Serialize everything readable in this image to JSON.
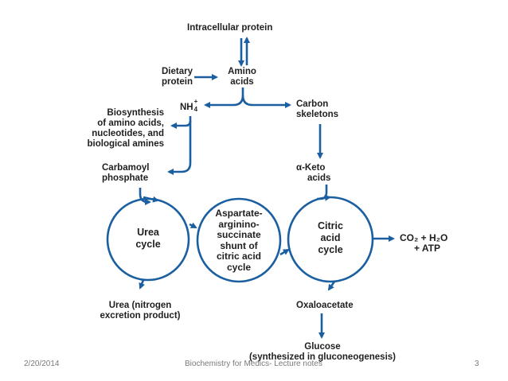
{
  "diagram": {
    "intracellular_protein": "Intracellular protein",
    "dietary_protein_1": "Dietary",
    "dietary_protein_2": "protein",
    "amino_acids_1": "Amino",
    "amino_acids_2": "acids",
    "nh4_main": "NH",
    "nh4_sup": "+",
    "nh4_sub": "4",
    "biosynthesis_1": "Biosynthesis",
    "biosynthesis_2": "of amino acids,",
    "biosynthesis_3": "nucleotides, and",
    "biosynthesis_4": "biological amines",
    "carbon_skeletons_1": "Carbon",
    "carbon_skeletons_2": "skeletons",
    "carbamoyl_1": "Carbamoyl",
    "carbamoyl_2": "phosphate",
    "alpha_keto_1": "α-Keto",
    "alpha_keto_2": "acids",
    "urea_cycle_1": "Urea",
    "urea_cycle_2": "cycle",
    "shunt_1": "Aspartate-",
    "shunt_2": "arginino-",
    "shunt_3": "succinate",
    "shunt_4": "shunt of",
    "shunt_5": "citric acid",
    "shunt_6": "cycle",
    "citric_1": "Citric",
    "citric_2": "acid",
    "citric_3": "cycle",
    "co2_h2o_atp_1": "CO₂ + H₂O",
    "co2_h2o_atp_2": "+ ATP",
    "urea_product_1": "Urea (nitrogen",
    "urea_product_2": "excretion product)",
    "oxaloacetate": "Oxaloacetate",
    "glucose_1": "Glucose",
    "glucose_2": "(synthesized in gluconeogenesis)"
  },
  "footer": {
    "date": "2/20/2014",
    "course": "Biochemistry for Medics- Lecture notes",
    "page": "3"
  },
  "colors": {
    "arrow": "#1b5fa0",
    "text": "#1f1f1f",
    "footer": "#7a7a7a"
  }
}
